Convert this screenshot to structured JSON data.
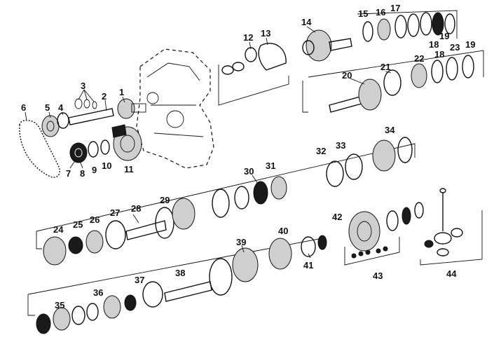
{
  "labels": [
    {
      "id": "1",
      "text": "1"
    },
    {
      "id": "2",
      "text": "2"
    },
    {
      "id": "3",
      "text": "3"
    },
    {
      "id": "4",
      "text": "4"
    },
    {
      "id": "5",
      "text": "5"
    },
    {
      "id": "6",
      "text": "6"
    },
    {
      "id": "7",
      "text": "7"
    },
    {
      "id": "8",
      "text": "8"
    },
    {
      "id": "9",
      "text": "9"
    },
    {
      "id": "10",
      "text": "10"
    },
    {
      "id": "11",
      "text": "11"
    },
    {
      "id": "12",
      "text": "12"
    },
    {
      "id": "13",
      "text": "13"
    },
    {
      "id": "14",
      "text": "14"
    },
    {
      "id": "15",
      "text": "15"
    },
    {
      "id": "16",
      "text": "16"
    },
    {
      "id": "17",
      "text": "17"
    },
    {
      "id": "18a",
      "text": "18"
    },
    {
      "id": "19a",
      "text": "19"
    },
    {
      "id": "18b",
      "text": "18"
    },
    {
      "id": "19b",
      "text": "19"
    },
    {
      "id": "20",
      "text": "20"
    },
    {
      "id": "21",
      "text": "21"
    },
    {
      "id": "22",
      "text": "22"
    },
    {
      "id": "23",
      "text": "23"
    },
    {
      "id": "24",
      "text": "24"
    },
    {
      "id": "25",
      "text": "25"
    },
    {
      "id": "26",
      "text": "26"
    },
    {
      "id": "27",
      "text": "27"
    },
    {
      "id": "28",
      "text": "28"
    },
    {
      "id": "29",
      "text": "29"
    },
    {
      "id": "30",
      "text": "30"
    },
    {
      "id": "31",
      "text": "31"
    },
    {
      "id": "32",
      "text": "32"
    },
    {
      "id": "33",
      "text": "33"
    },
    {
      "id": "34",
      "text": "34"
    },
    {
      "id": "35",
      "text": "35"
    },
    {
      "id": "36",
      "text": "36"
    },
    {
      "id": "37",
      "text": "37"
    },
    {
      "id": "38",
      "text": "38"
    },
    {
      "id": "39",
      "text": "39"
    },
    {
      "id": "40",
      "text": "40"
    },
    {
      "id": "41",
      "text": "41"
    },
    {
      "id": "42",
      "text": "42"
    },
    {
      "id": "43",
      "text": "43"
    },
    {
      "id": "44",
      "text": "44"
    }
  ]
}
